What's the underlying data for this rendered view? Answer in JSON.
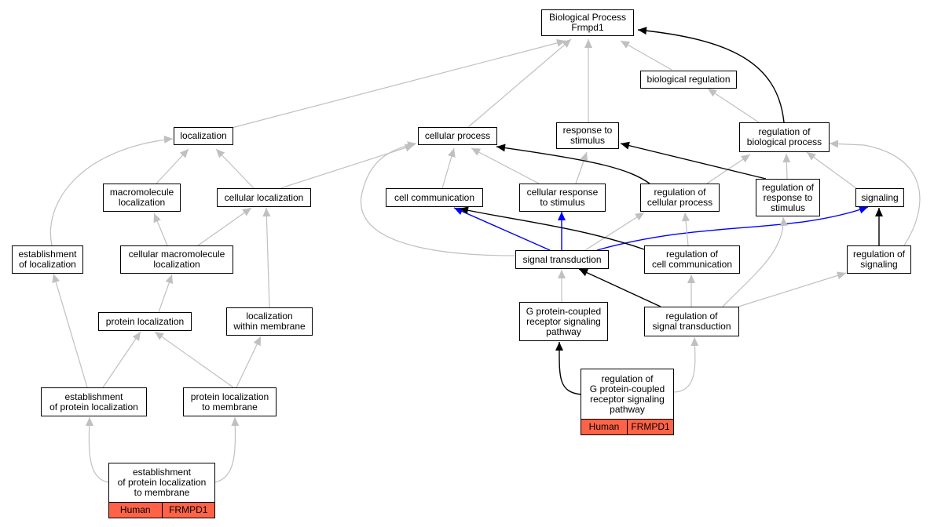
{
  "colors": {
    "gray": "#c0c0c0",
    "black": "#000000",
    "blue": "#0000ff",
    "tag": "#ff6347"
  },
  "nodes": {
    "root": "Biological Process\nFrmpd1",
    "biological_regulation": "biological regulation",
    "localization": "localization",
    "cellular_process": "cellular process",
    "response_to_stimulus": "response to\nstimulus",
    "regulation_of_biological_process": "regulation of\nbiological process",
    "macromolecule_localization": "macromolecule\nlocalization",
    "cellular_localization": "cellular localization",
    "cell_communication": "cell communication",
    "cellular_response_to_stimulus": "cellular response\nto stimulus",
    "regulation_of_cellular_process": "regulation of\ncellular process",
    "regulation_of_response_to_stimulus": "regulation of\nresponse to\nstimulus",
    "signaling": "signaling",
    "establishment_of_localization": "establishment\nof localization",
    "cellular_macromolecule_localization": "cellular macromolecule\nlocalization",
    "signal_transduction": "signal transduction",
    "regulation_of_cell_communication": "regulation of\ncell communication",
    "regulation_of_signaling": "regulation of\nsignaling",
    "protein_localization": "protein localization",
    "localization_within_membrane": "localization\nwithin membrane",
    "gpcr_signaling_pathway": "G protein-coupled\nreceptor signaling\npathway",
    "regulation_of_signal_transduction": "regulation of\nsignal transduction",
    "establishment_of_protein_localization": "establishment\nof protein localization",
    "protein_localization_to_membrane": "protein localization\nto membrane",
    "regulation_of_gpcr": {
      "label": "regulation of\nG protein-coupled\nreceptor signaling\npathway",
      "tags": [
        "Human",
        "FRMPD1"
      ]
    },
    "establishment_of_protein_localization_to_membrane": {
      "label": "establishment\nof protein localization\nto membrane",
      "tags": [
        "Human",
        "FRMPD1"
      ]
    }
  }
}
